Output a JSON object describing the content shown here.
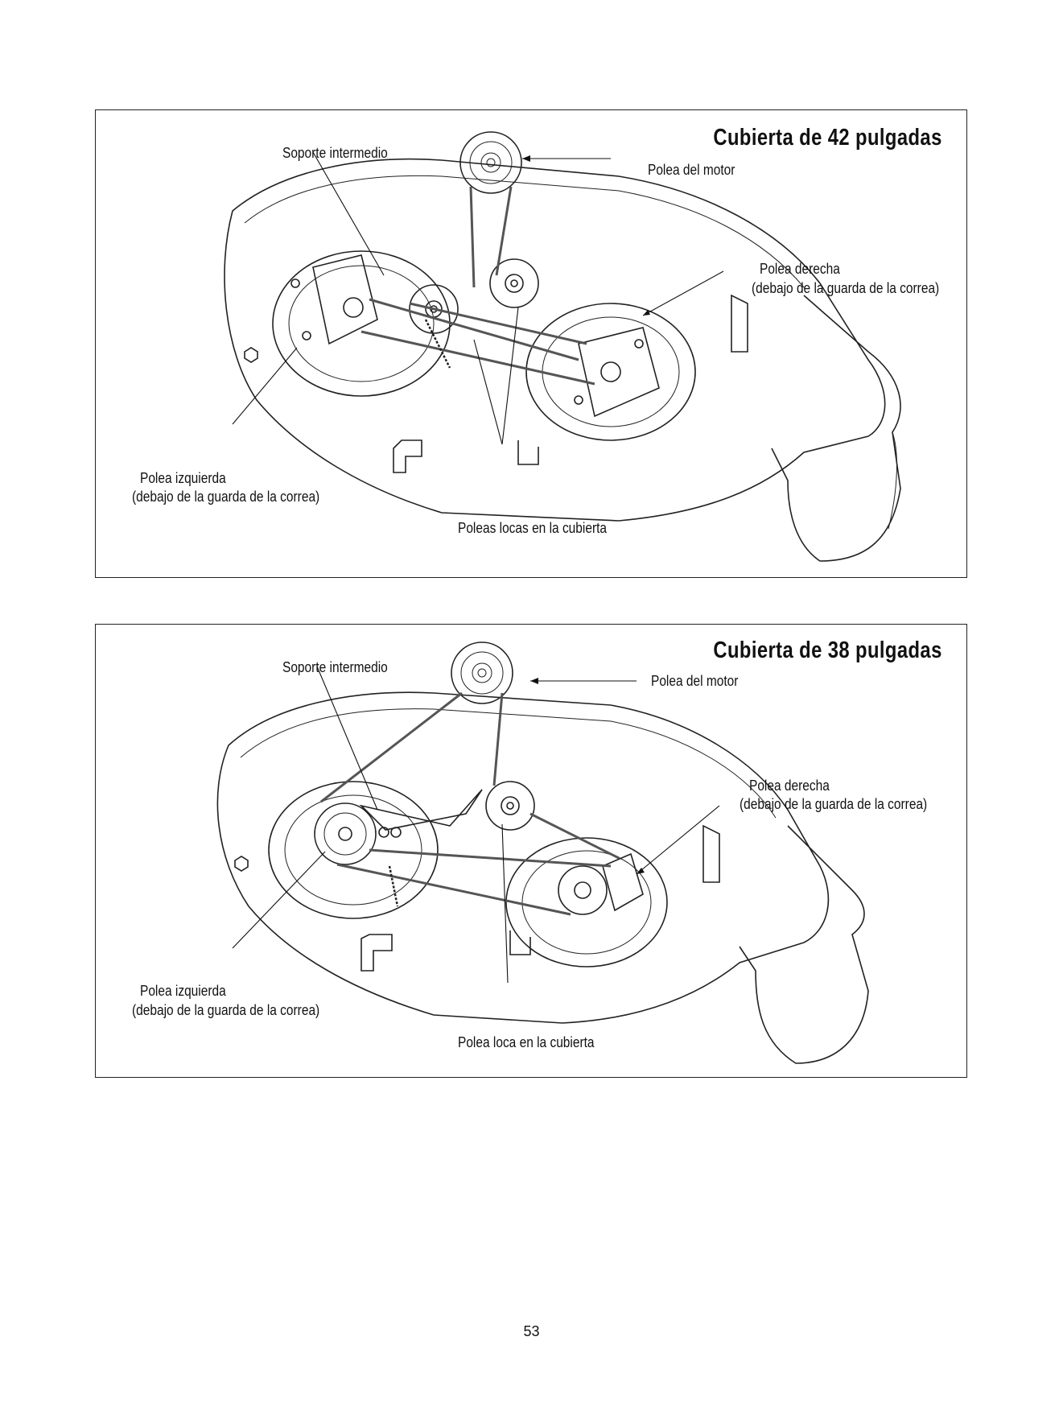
{
  "page_number": "53",
  "diagrams": [
    {
      "title": "Cubierta de 42 pulgadas",
      "labels": {
        "mid_bracket": "Soporte intermedio",
        "engine_pulley": "Polea del motor",
        "right_pulley_1": "Polea derecha",
        "right_pulley_2": "(debajo de la guarda de la correa)",
        "left_pulley_1": "Polea izquierda",
        "left_pulley_2": "(debajo de la guarda de la correa)",
        "idler": "Poleas locas en la cubierta"
      }
    },
    {
      "title": "Cubierta de 38 pulgadas",
      "labels": {
        "mid_bracket": "Soporte intermedio",
        "engine_pulley": "Polea del motor",
        "right_pulley_1": "Polea derecha",
        "right_pulley_2": "(debajo de la guarda de la correa)",
        "left_pulley_1": "Polea izquierda",
        "left_pulley_2": "(debajo de la guarda de la correa)",
        "idler": "Polea loca en la cubierta"
      }
    }
  ]
}
